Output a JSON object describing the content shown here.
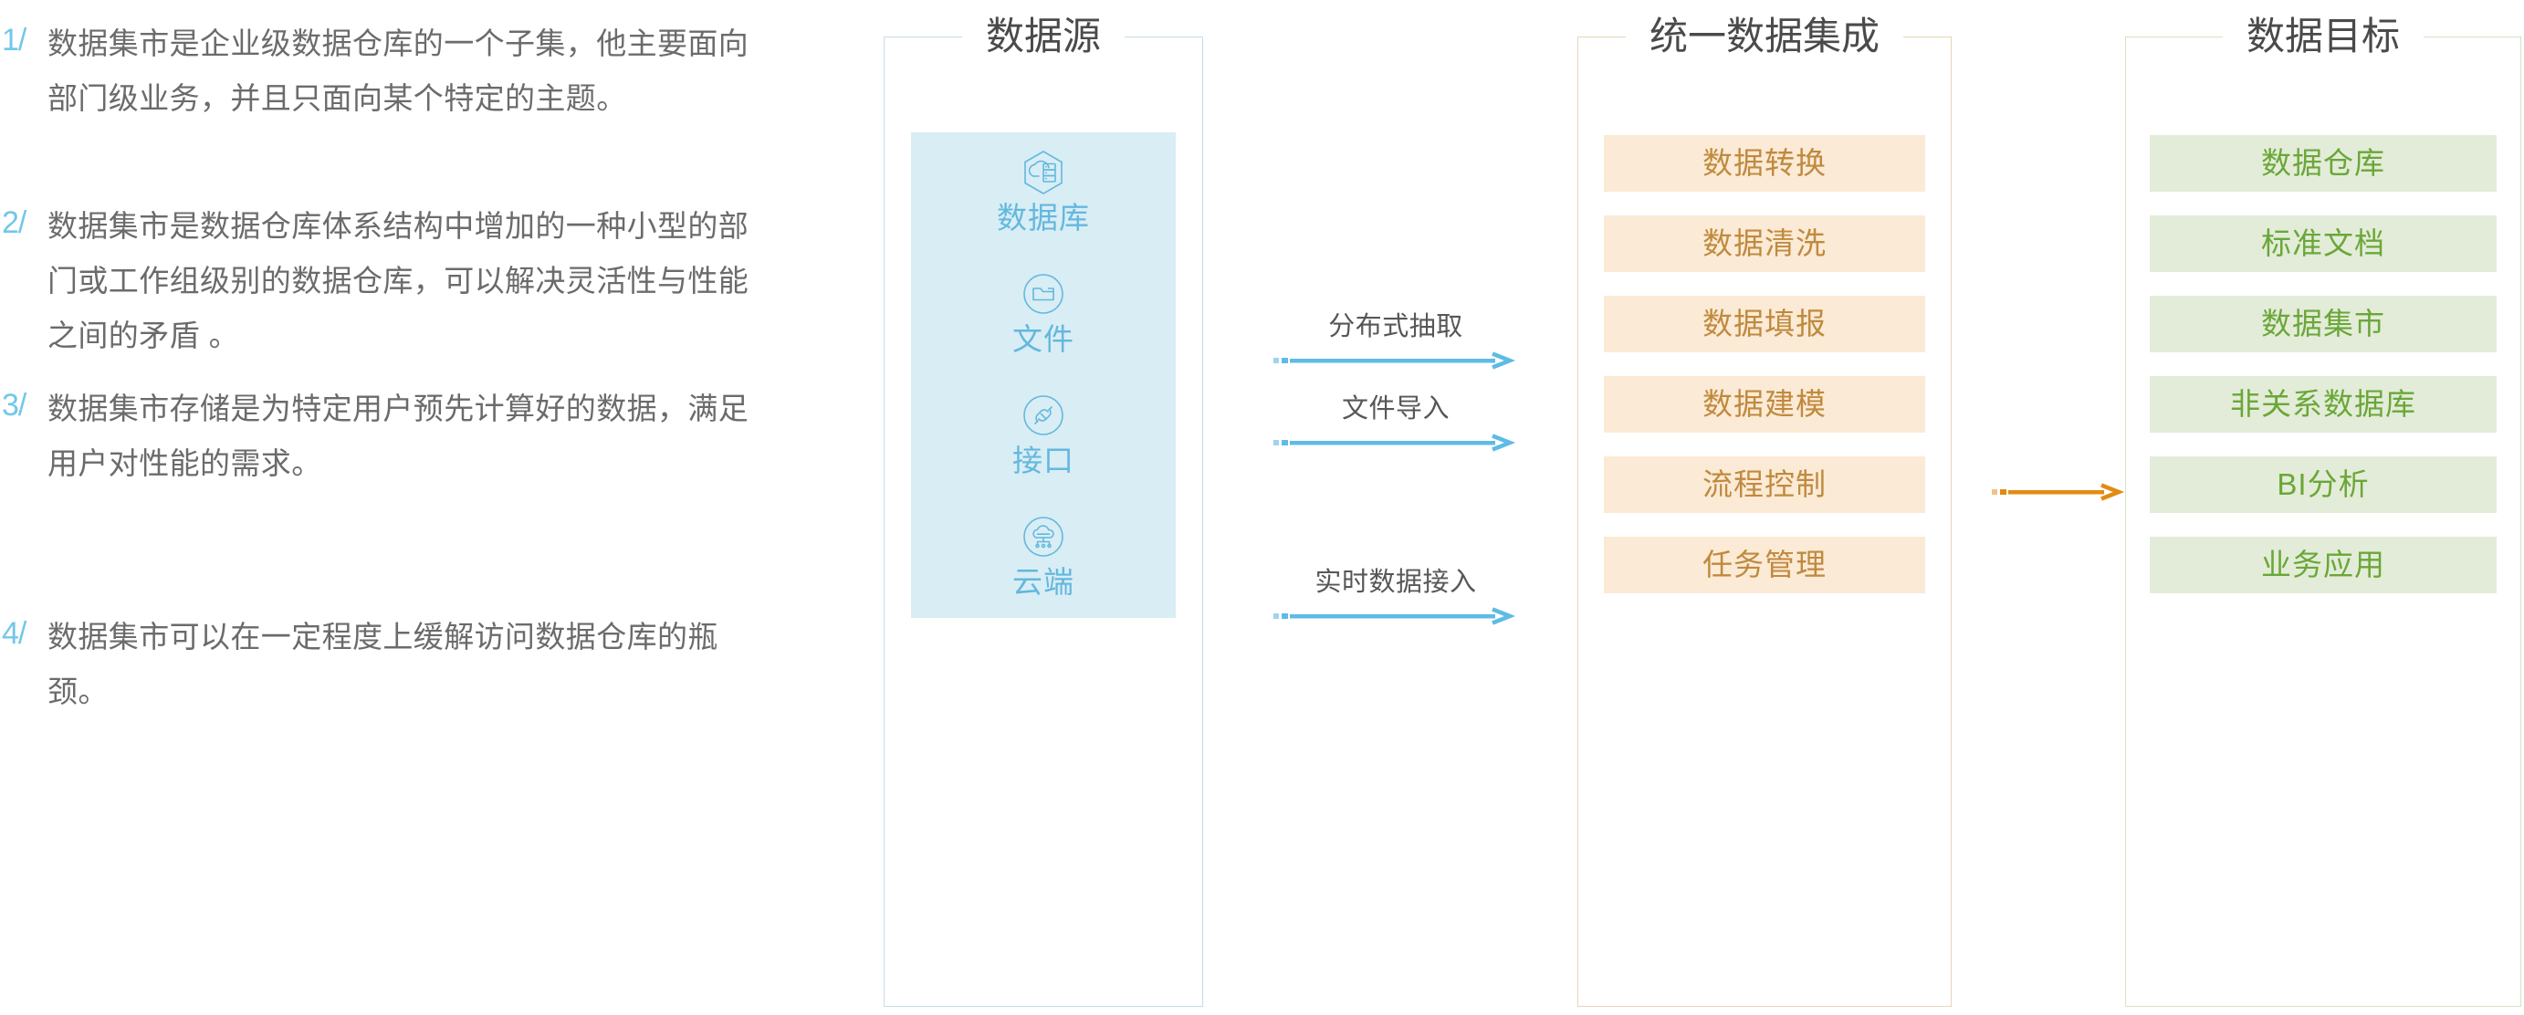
{
  "bullets": [
    {
      "num": "1/",
      "text": "数据集市是企业级数据仓库的一个子集，他主要面向部门级业务，并且只面向某个特定的主题。"
    },
    {
      "num": "2/",
      "text": "数据集市是数据仓库体系结构中增加的一种小型的部门或工作组级别的数据仓库，可以解决灵活性与性能之间的矛盾 。"
    },
    {
      "num": "3/",
      "text": "数据集市存储是为特定用户预先计算好的数据，满足用户对性能的需求。"
    },
    {
      "num": "4/",
      "text": "数据集市可以在一定程度上缓解访问数据仓库的瓶颈。"
    }
  ],
  "colors": {
    "bullet_number": "#72c7ea",
    "bullet_text": "#6b6b6b",
    "panel_title": "#4a4a4a",
    "source_border": "#c3dde8",
    "source_card_bg": "#d9edf5",
    "source_card_text": "#63b8de",
    "integration_border": "#e6d5b8",
    "integration_card_bg": "#fbead5",
    "integration_card_text": "#c08a3e",
    "target_border": "#d4e3c0",
    "target_card_bg": "#e3ecd8",
    "target_card_text": "#6aa738",
    "flow_arrow": "#5ebbe5",
    "orange_arrow": "#e28b12"
  },
  "source_panel": {
    "title": "数据源",
    "cards": [
      {
        "label": "数据库",
        "icon": "database-hexagon-icon"
      },
      {
        "label": "文件",
        "icon": "folder-circle-icon"
      },
      {
        "label": "接口",
        "icon": "plug-connector-circle-icon"
      },
      {
        "label": "云端",
        "icon": "cloud-network-circle-icon"
      }
    ]
  },
  "flows": [
    {
      "label": "分布式抽取",
      "icon": "arrow-right-icon"
    },
    {
      "label": "文件导入",
      "icon": "arrow-right-icon"
    },
    {
      "label": "实时数据接入",
      "icon": "arrow-right-icon"
    }
  ],
  "integration_panel": {
    "title": "统一数据集成",
    "cards": [
      {
        "label": "数据转换"
      },
      {
        "label": "数据清洗"
      },
      {
        "label": "数据填报"
      },
      {
        "label": "数据建模"
      },
      {
        "label": "流程控制"
      },
      {
        "label": "任务管理"
      }
    ]
  },
  "transfer_arrow": {
    "icon": "arrow-right-icon"
  },
  "target_panel": {
    "title": "数据目标",
    "cards": [
      {
        "label": "数据仓库"
      },
      {
        "label": "标准文档"
      },
      {
        "label": "数据集市"
      },
      {
        "label": "非关系数据库"
      },
      {
        "label": "BI分析"
      },
      {
        "label": "业务应用"
      }
    ]
  }
}
